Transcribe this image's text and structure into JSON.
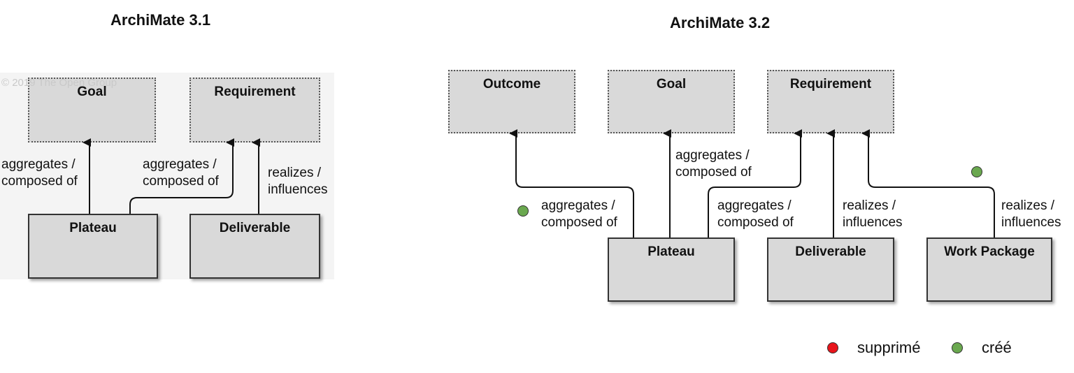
{
  "v31": {
    "title": "ArchiMate 3.1",
    "watermark": "© 2019 The Open Group",
    "goal": "Goal",
    "requirement": "Requirement",
    "plateau": "Plateau",
    "deliverable": "Deliverable",
    "rel_plateau_goal": [
      "aggregates /",
      "composed of"
    ],
    "rel_plateau_req": [
      "aggregates /",
      "composed of"
    ],
    "rel_deliv_req": [
      "realizes /",
      "influences"
    ]
  },
  "v32": {
    "title": "ArchiMate 3.2",
    "outcome": "Outcome",
    "goal": "Goal",
    "requirement": "Requirement",
    "plateau": "Plateau",
    "deliverable": "Deliverable",
    "work_package": "Work Package",
    "rel_plateau_outcome": [
      "aggregates /",
      "composed of"
    ],
    "rel_plateau_goal": [
      "aggregates /",
      "composed of"
    ],
    "rel_plateau_req": [
      "aggregates /",
      "composed of"
    ],
    "rel_deliv_req": [
      "realizes /",
      "influences"
    ],
    "rel_wp_req": [
      "realizes /",
      "influences"
    ]
  },
  "legend": {
    "deleted_label": "supprimé",
    "created_label": "créé",
    "deleted_color": "#e8141b",
    "created_color": "#6aa84f"
  }
}
